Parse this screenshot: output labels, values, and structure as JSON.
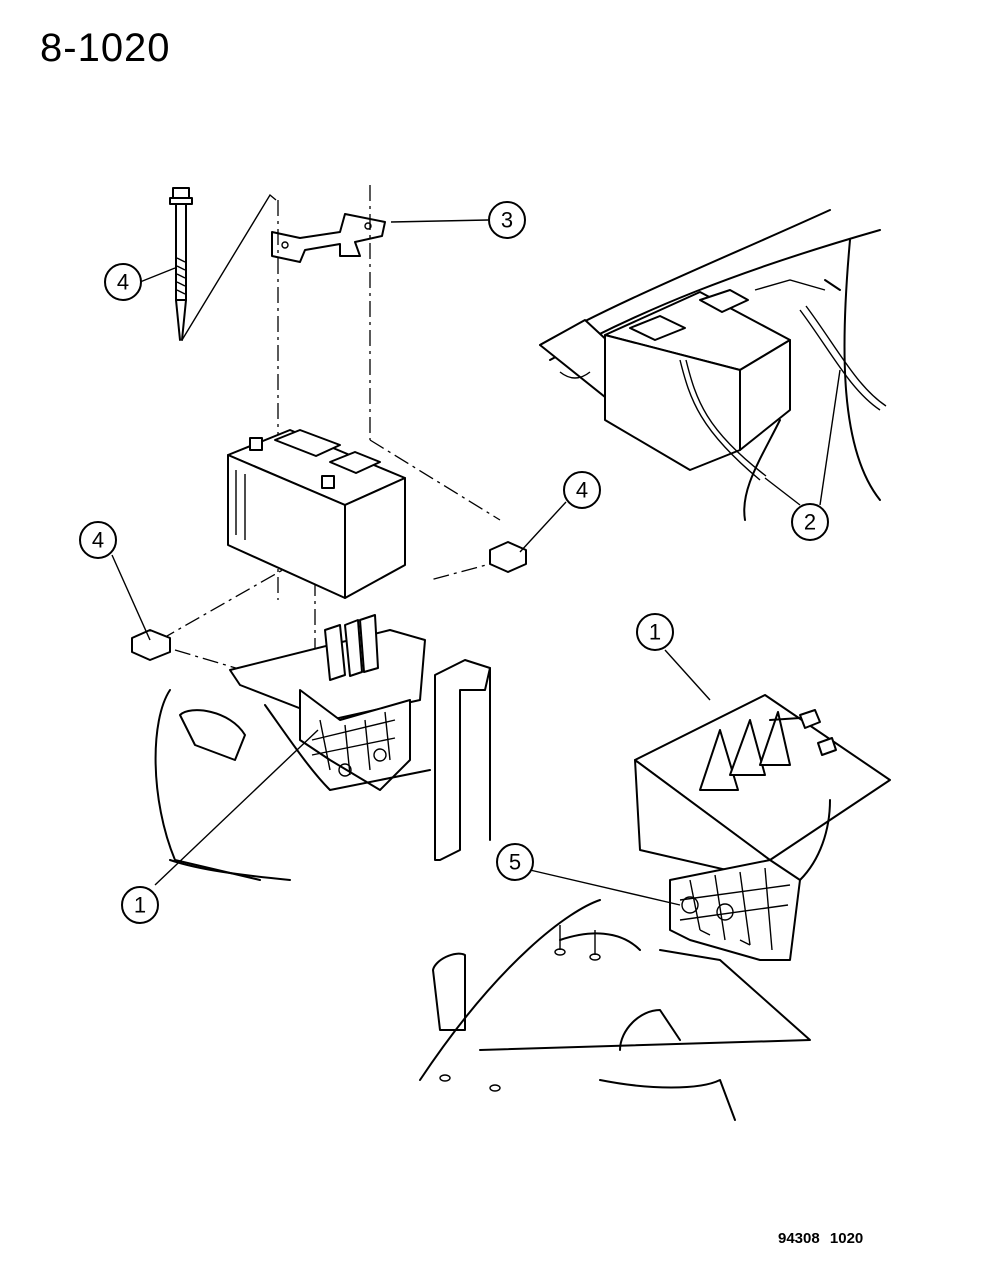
{
  "header": {
    "page_code": "8-1020"
  },
  "footer": {
    "figure_code": "94308 1020"
  },
  "callouts": [
    {
      "id": "c1-left",
      "label": "1"
    },
    {
      "id": "c1-right",
      "label": "1"
    },
    {
      "id": "c2",
      "label": "2"
    },
    {
      "id": "c3",
      "label": "3"
    },
    {
      "id": "c4-bolt",
      "label": "4"
    },
    {
      "id": "c4-left",
      "label": "4"
    },
    {
      "id": "c4-right",
      "label": "4"
    },
    {
      "id": "c5",
      "label": "5"
    }
  ]
}
